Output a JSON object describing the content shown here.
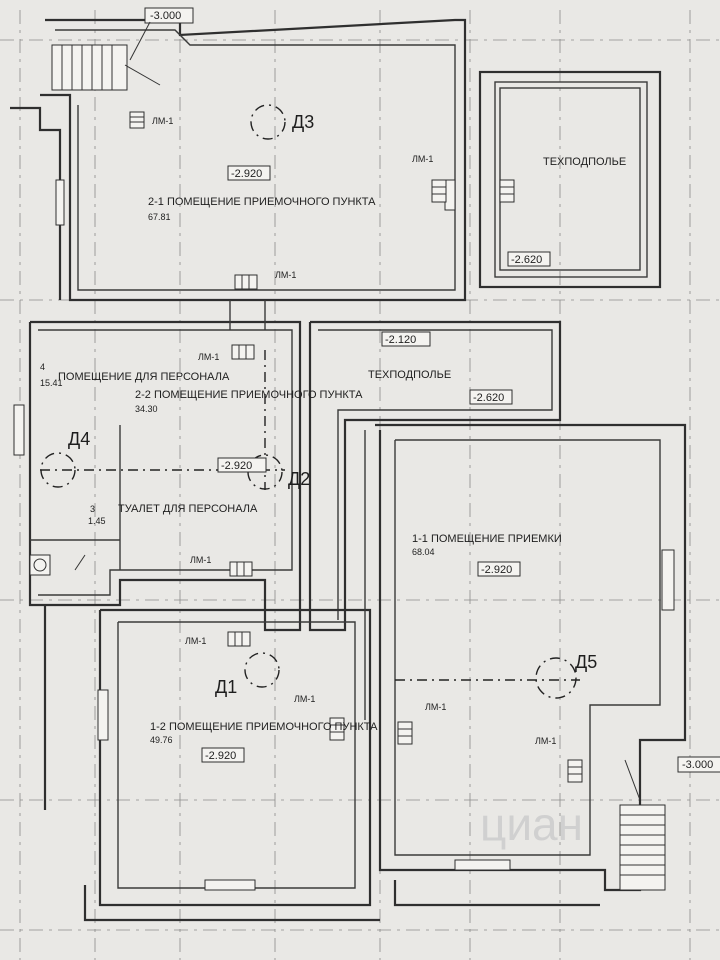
{
  "rooms": {
    "r21": {
      "name": "2-1  ПОМЕЩЕНИЕ ПРИЕМОЧНОГО ПУНКТА",
      "area": "67.81",
      "level": "-2.920"
    },
    "tech1": {
      "name": "ТЕХПОДПОЛЬЕ",
      "level": "-2.620"
    },
    "r4": {
      "num": "4",
      "name": "ПОМЕЩЕНИЕ ДЛЯ ПЕРСОНАЛА",
      "area": "15.41"
    },
    "r22": {
      "name": "2-2  ПОМЕЩЕНИЕ ПРИЕМОЧНОГО ПУНКТА",
      "area": "34.30",
      "level": "-2.920"
    },
    "tech2": {
      "name": "ТЕХПОДПОЛЬЕ",
      "level": "-2.620",
      "level2": "-2.120"
    },
    "r3": {
      "num": "3",
      "area": "1.45",
      "name": "ТУАЛЕТ ДЛЯ ПЕРСОНАЛА"
    },
    "r11": {
      "name": "1-1  ПОМЕЩЕНИЕ ПРИЕМКИ",
      "area": "68.04",
      "level": "-2.920"
    },
    "r12": {
      "name": "1-2  ПОМЕЩЕНИЕ ПРИЕМОЧНОГО ПУНКТА",
      "area": "49.76",
      "level": "-2.920"
    }
  },
  "stairs": {
    "top_level": "-3.000",
    "right_level": "-3.000"
  },
  "grilles": "ЛМ-1",
  "axes": {
    "d1": "Д1",
    "d2": "Д2",
    "d3": "Д3",
    "d4": "Д4",
    "d5": "Д5"
  },
  "watermark": "циан"
}
